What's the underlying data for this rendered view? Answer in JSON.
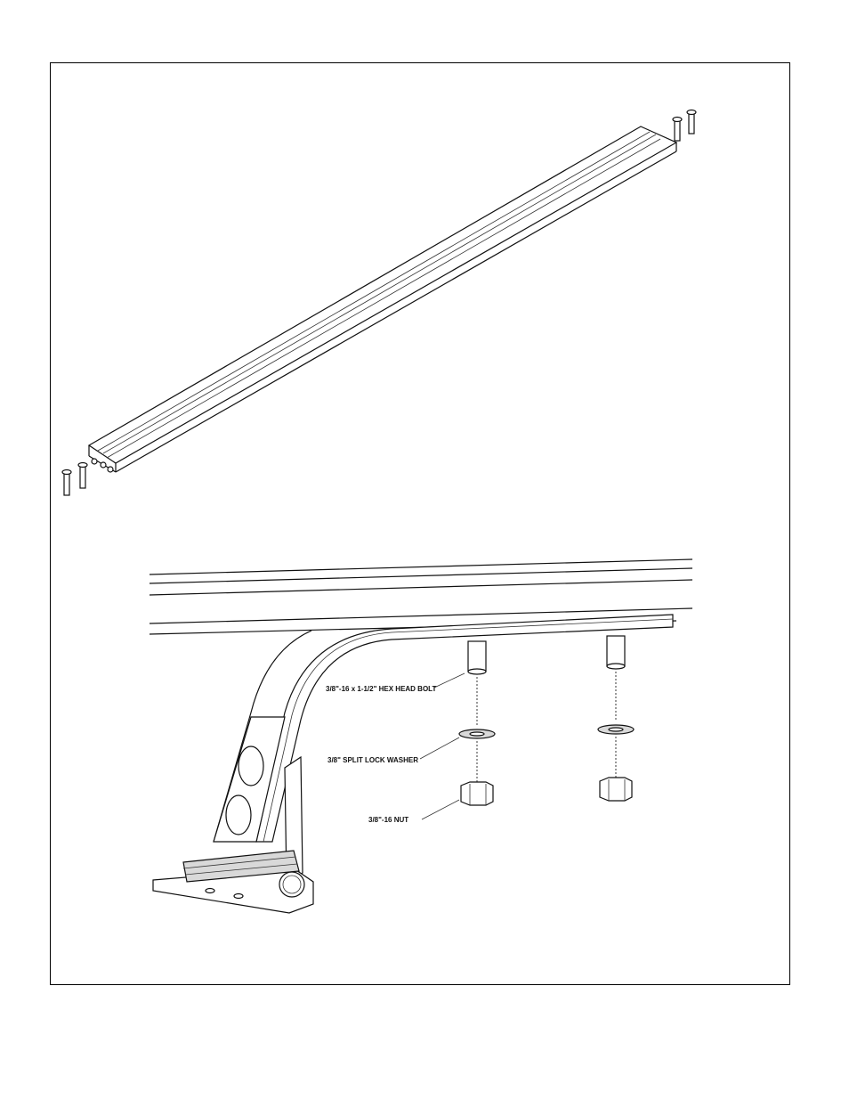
{
  "labels": {
    "bolt": "3/8\"-16 x 1-1/2\" HEX HEAD BOLT",
    "washer": "3/8\" SPLIT LOCK WASHER",
    "nut": "3/8\"-16 NUT"
  },
  "colors": {
    "line": "#111111",
    "background": "#ffffff",
    "shade": "#d9d9d9"
  }
}
